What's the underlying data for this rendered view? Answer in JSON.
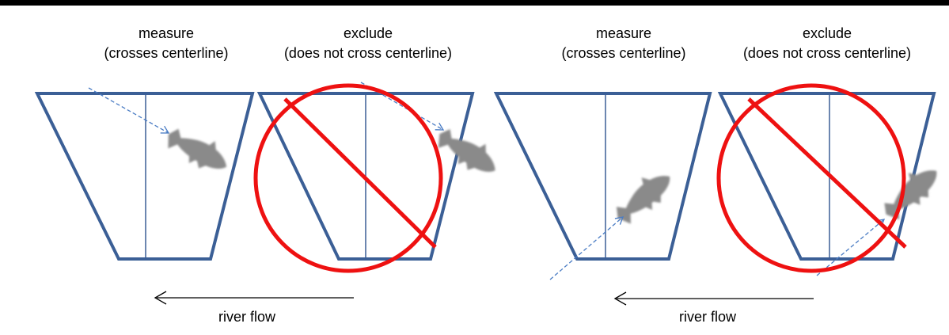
{
  "panels": [
    {
      "line1": "measure",
      "line2": "(crosses centerline)"
    },
    {
      "line1": "exclude",
      "line2": "(does not cross centerline)"
    },
    {
      "line1": "measure",
      "line2": "(crosses centerline)"
    },
    {
      "line1": "exclude",
      "line2": "(does not cross centerline)"
    }
  ],
  "flow": [
    {
      "label": "river flow",
      "direction": "left"
    },
    {
      "label": "river flow",
      "direction": "left"
    }
  ],
  "colors": {
    "trap": "#3b5f96",
    "centerline": "#3b5f96",
    "prohibit": "#ee1111",
    "fish": "#8a8a8a",
    "path": "#4a7cc4",
    "topbar": "#000000"
  }
}
